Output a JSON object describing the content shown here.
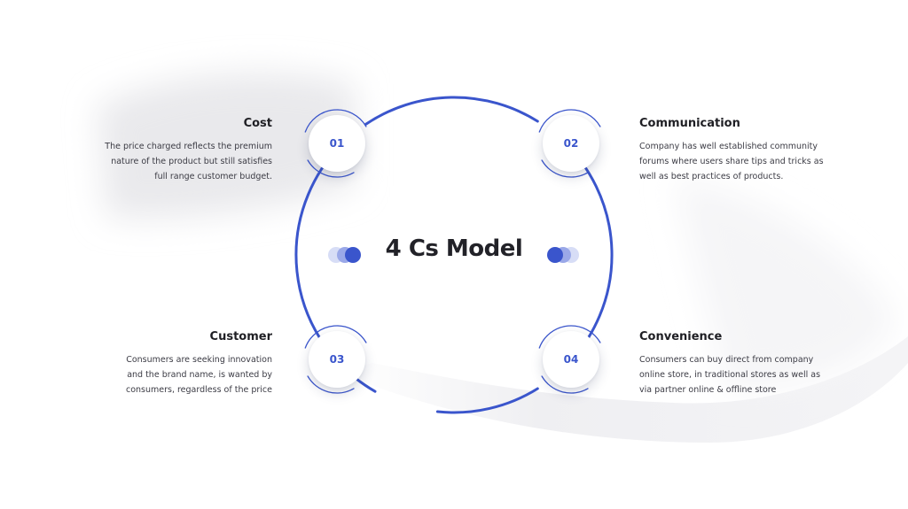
{
  "center": {
    "title": "4 Cs Model"
  },
  "colors": {
    "accent": "#3a55cc",
    "accent_light": "#c6cff3",
    "accent_mid": "#8d9ce4",
    "text_dark": "#1f1f24",
    "text_body": "#3b3b44"
  },
  "items": [
    {
      "number": "01",
      "title": "Cost",
      "lines": [
        "The price charged reflects the premium",
        "nature of the product but still satisfies",
        "full range customer budget."
      ]
    },
    {
      "number": "02",
      "title": "Communication",
      "lines": [
        "Company has well established community",
        "forums where users share tips and tricks as",
        "well as best practices of products."
      ]
    },
    {
      "number": "03",
      "title": "Customer",
      "lines": [
        "Consumers are seeking innovation",
        "and the brand name, is wanted by",
        "consumers, regardless of the price"
      ]
    },
    {
      "number": "04",
      "title": "Convenience",
      "lines": [
        "Consumers can buy direct from company",
        "online store, in traditional stores as well as",
        "via partner online & offline store"
      ]
    }
  ]
}
